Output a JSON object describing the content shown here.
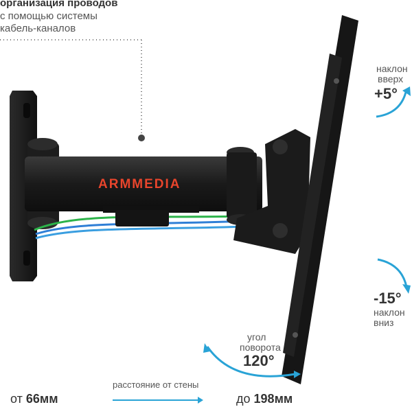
{
  "headline": {
    "line1": "организация проводов",
    "line2": "с помощью системы",
    "line3": "кабель-каналов"
  },
  "brand": {
    "logo_text": "ARMMEDIA",
    "logo_color": "#e8452c"
  },
  "tilt_up": {
    "label_line1": "наклон",
    "label_line2": "вверх",
    "value": "+5°"
  },
  "tilt_down": {
    "value": "-15°",
    "label_line1": "наклон",
    "label_line2": "вниз"
  },
  "rotation": {
    "label_line1": "угол",
    "label_line2": "поворота",
    "value": "120°"
  },
  "distance": {
    "from_prefix": "от",
    "from_value": "66мм",
    "caption": "расстояние от стены",
    "to_prefix": "до",
    "to_value": "198мм"
  },
  "colors": {
    "accent_arrow": "#29a3d6",
    "mount_black": "#1c1c1c",
    "cable_green": "#2db34a",
    "cable_blue": "#2f7fd6"
  }
}
